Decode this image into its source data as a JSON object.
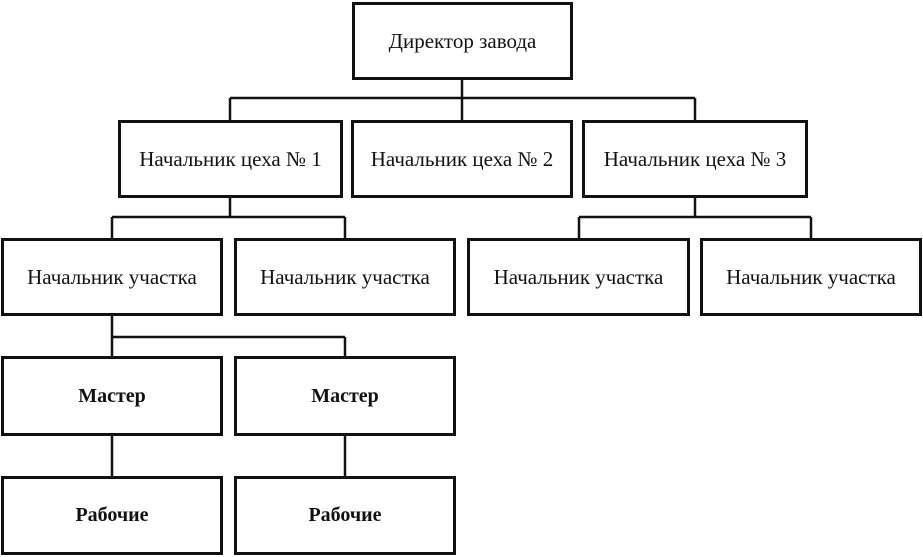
{
  "org_chart": {
    "director": "Директор завода",
    "shop_heads": [
      "Начальник цеха № 1",
      "Начальник цеха № 2",
      "Начальник цеха № 3"
    ],
    "section_heads": [
      "Начальник участка",
      "Начальник участка",
      "Начальник участка",
      "Начальник участка"
    ],
    "masters": [
      "Мастер",
      "Мастер"
    ],
    "workers": [
      "Рабочие",
      "Рабочие"
    ]
  }
}
